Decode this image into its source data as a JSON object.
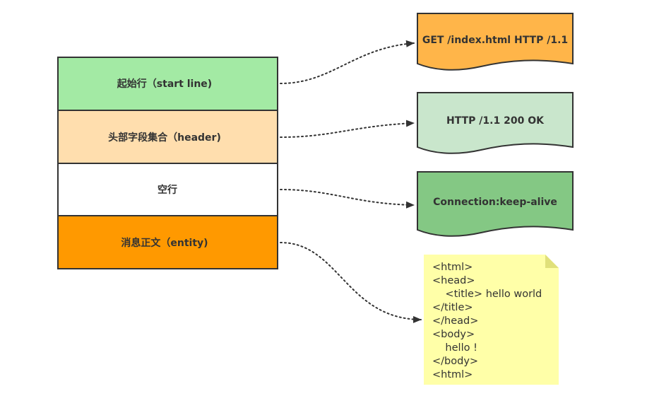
{
  "message_parts": [
    {
      "label": "起始行（start line)",
      "fill": "#a3eaa4"
    },
    {
      "label": "头部字段集合（header)",
      "fill": "#ffdeae"
    },
    {
      "label": "空行",
      "fill": "#ffffff"
    },
    {
      "label": "消息正文（entity)",
      "fill": "#ff9900"
    }
  ],
  "examples": [
    {
      "label": "GET /index.html HTTP /1.1",
      "fill": "#ffb549"
    },
    {
      "label": "HTTP /1.1 200 OK",
      "fill": "#c9e6cc"
    },
    {
      "label": "Connection:keep-alive",
      "fill": "#84c884"
    }
  ],
  "body_note": {
    "fill": "#ffffa8",
    "fold_fill": "#e0e07a",
    "lines": [
      "<html>",
      "<head>",
      "    <title> hello world",
      "</title>",
      "</head>",
      "<body>",
      "    hello !",
      "</body>",
      "<html>"
    ]
  },
  "colors": {
    "stroke": "#333333",
    "connector": "#333333"
  }
}
